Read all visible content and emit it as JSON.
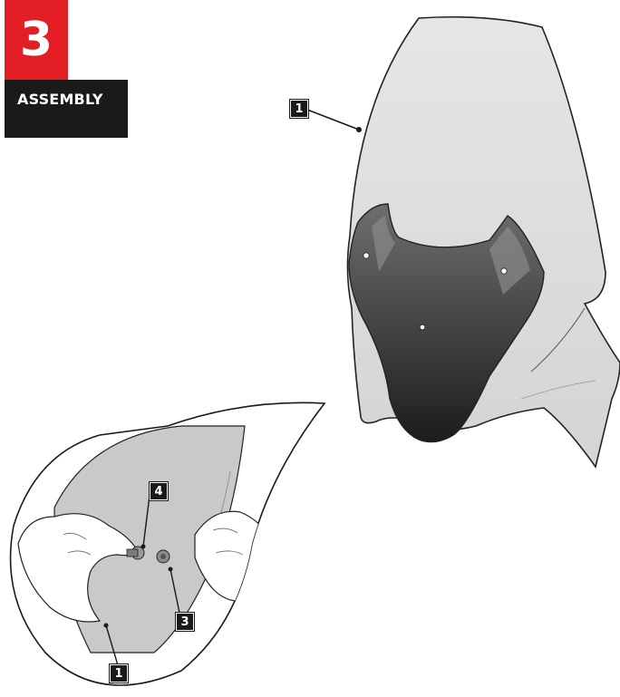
{
  "step": {
    "number": "3",
    "title": "ASSEMBLY"
  },
  "callouts": [
    {
      "id": "windscreen-top",
      "label": "1"
    },
    {
      "id": "bolt",
      "label": "4"
    },
    {
      "id": "washer",
      "label": "3"
    },
    {
      "id": "windscreen-detail",
      "label": "1"
    }
  ],
  "colors": {
    "accent": "#e31e24",
    "title_bg": "#1a1a1a",
    "screen": "#dcdcdc",
    "deflector": "#3a3a3a"
  }
}
